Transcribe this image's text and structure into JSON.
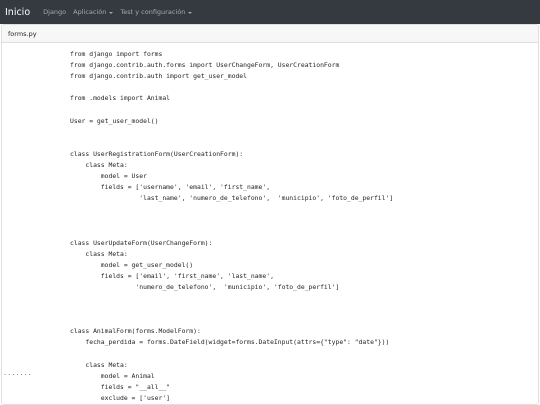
{
  "navbar": {
    "brand": "Inicio",
    "links": [
      {
        "label": "Django",
        "dropdown": false
      },
      {
        "label": "Aplicación",
        "dropdown": true
      },
      {
        "label": "Test y configuración",
        "dropdown": true
      }
    ]
  },
  "card": {
    "header": "forms.py",
    "code_lines": [
      "from django import forms",
      "from django.contrib.auth.forms import UserChangeForm, UserCreationForm",
      "from django.contrib.auth import get_user_model",
      "",
      "from .models import Animal",
      "",
      "User = get_user_model()",
      "",
      "",
      "class UserRegistrationForm(UserCreationForm):",
      "    class Meta:",
      "        model = User",
      "        fields = ['username', 'email', 'first_name',",
      "                  'last_name', 'numero_de_telefono',  'municipio', 'foto_de_perfil']",
      "",
      "",
      "",
      "class UserUpdateForm(UserChangeForm):",
      "    class Meta:",
      "        model = get_user_model()",
      "        fields = ['email', 'first_name', 'last_name',",
      "                 'numero_de_telefono',  'municipio', 'foto_de_perfil']",
      "",
      "",
      "",
      "class AnimalForm(forms.ModelForm):",
      "    fecha_perdida = forms.DateField(widget=forms.DateInput(attrs={\"type\": \"date\"}))",
      "",
      "    class Meta:",
      "        model = Animal",
      "        fields = \"__all__\"",
      "        exclude = ['user']"
    ]
  },
  "footer": {
    "partial_text": "· · · · · · ·"
  },
  "colors": {
    "navbar_bg": "#343a40",
    "card_header_bg": "#f7f7f7",
    "text": "#212529"
  }
}
